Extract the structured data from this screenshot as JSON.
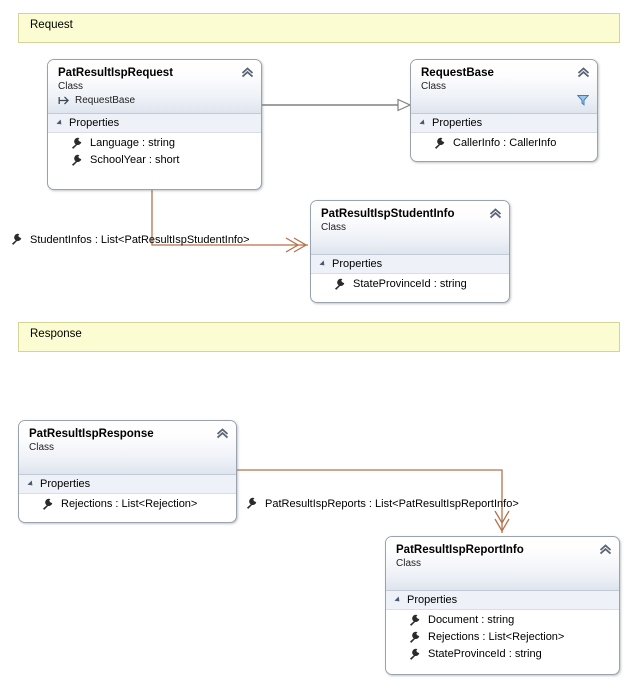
{
  "diagram": {
    "type": "uml-class-diagram",
    "colors": {
      "banner_fill": "#fcfcd2",
      "banner_border": "#d4d49a",
      "class_border": "#9aa3ad",
      "header_gradient_top": "#ffffff",
      "header_gradient_bottom": "#dfe5ee",
      "compartment_fill": "#eef2f8",
      "inheritance_line": "#808080",
      "association_line": "#b5724a",
      "filter_icon": "#5a9bd5",
      "canvas": "#ffffff"
    },
    "banners": [
      {
        "name": "request-banner",
        "label": "Request"
      },
      {
        "name": "response-banner",
        "label": "Response"
      }
    ],
    "classes": [
      {
        "id": "pat-result-isp-request",
        "title": "PatResultIspRequest",
        "stereotype": "Class",
        "base_class": "RequestBase",
        "base_icon": "inheritance-arrow-icon",
        "collapse_icon": "chevron-up-double-icon",
        "has_filter_icon": false,
        "compartment": "Properties",
        "members": [
          {
            "icon": "property-wrench-icon",
            "label": "Language : string"
          },
          {
            "icon": "property-wrench-icon",
            "label": "SchoolYear : short"
          }
        ]
      },
      {
        "id": "request-base",
        "title": "RequestBase",
        "stereotype": "Class",
        "base_class": "",
        "collapse_icon": "chevron-up-double-icon",
        "has_filter_icon": true,
        "filter_icon": "funnel-filter-icon",
        "compartment": "Properties",
        "members": [
          {
            "icon": "property-wrench-icon",
            "label": "CallerInfo : CallerInfo"
          }
        ]
      },
      {
        "id": "pat-result-isp-student-info",
        "title": "PatResultIspStudentInfo",
        "stereotype": "Class",
        "base_class": "",
        "collapse_icon": "chevron-up-double-icon",
        "has_filter_icon": false,
        "compartment": "Properties",
        "members": [
          {
            "icon": "property-wrench-icon",
            "label": "StateProvinceId : string"
          }
        ]
      },
      {
        "id": "pat-result-isp-response",
        "title": "PatResultIspResponse",
        "stereotype": "Class",
        "base_class": "",
        "collapse_icon": "chevron-up-double-icon",
        "has_filter_icon": false,
        "compartment": "Properties",
        "members": [
          {
            "icon": "property-wrench-icon",
            "label": "Rejections : List<Rejection>"
          }
        ]
      },
      {
        "id": "pat-result-isp-report-info",
        "title": "PatResultIspReportInfo",
        "stereotype": "Class",
        "base_class": "",
        "collapse_icon": "chevron-up-double-icon",
        "has_filter_icon": false,
        "compartment": "Properties",
        "members": [
          {
            "icon": "property-wrench-icon",
            "label": "Document : string"
          },
          {
            "icon": "property-wrench-icon",
            "label": "Rejections : List<Rejection>"
          },
          {
            "icon": "property-wrench-icon",
            "label": "StateProvinceId : string"
          }
        ]
      }
    ],
    "connectors": [
      {
        "id": "inheritance-request-to-requestbase",
        "kind": "inheritance",
        "from": "PatResultIspRequest",
        "to": "RequestBase",
        "label": ""
      },
      {
        "id": "assoc-request-to-studentinfo",
        "kind": "association",
        "from": "PatResultIspRequest",
        "to": "PatResultIspStudentInfo",
        "icon": "property-wrench-icon",
        "label": "StudentInfos : List<PatResultIspStudentInfo>"
      },
      {
        "id": "assoc-response-to-reportinfo",
        "kind": "association",
        "from": "PatResultIspResponse",
        "to": "PatResultIspReportInfo",
        "icon": "property-wrench-icon",
        "label": "PatResultIspReports : List<PatResultIspReportInfo>"
      }
    ]
  }
}
